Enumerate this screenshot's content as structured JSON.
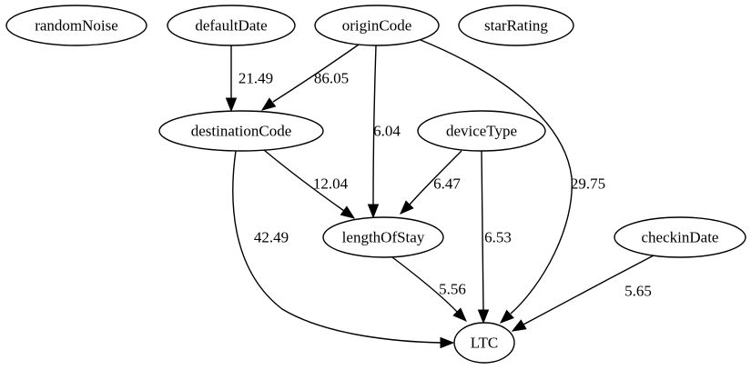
{
  "nodes": [
    {
      "id": "randomNoise",
      "label": "randomNoise"
    },
    {
      "id": "defaultDate",
      "label": "defaultDate"
    },
    {
      "id": "originCode",
      "label": "originCode"
    },
    {
      "id": "starRating",
      "label": "starRating"
    },
    {
      "id": "destinationCode",
      "label": "destinationCode"
    },
    {
      "id": "deviceType",
      "label": "deviceType"
    },
    {
      "id": "lengthOfStay",
      "label": "lengthOfStay"
    },
    {
      "id": "checkinDate",
      "label": "checkinDate"
    },
    {
      "id": "LTC",
      "label": "LTC"
    }
  ],
  "edges": [
    {
      "from": "defaultDate",
      "to": "destinationCode",
      "label": "21.49"
    },
    {
      "from": "originCode",
      "to": "destinationCode",
      "label": "86.05"
    },
    {
      "from": "originCode",
      "to": "lengthOfStay",
      "label": "6.04"
    },
    {
      "from": "originCode",
      "to": "LTC",
      "label": "29.75"
    },
    {
      "from": "destinationCode",
      "to": "lengthOfStay",
      "label": "12.04"
    },
    {
      "from": "destinationCode",
      "to": "LTC",
      "label": "42.49"
    },
    {
      "from": "deviceType",
      "to": "lengthOfStay",
      "label": "6.47"
    },
    {
      "from": "deviceType",
      "to": "LTC",
      "label": "6.53"
    },
    {
      "from": "lengthOfStay",
      "to": "LTC",
      "label": "5.56"
    },
    {
      "from": "checkinDate",
      "to": "LTC",
      "label": "5.65"
    }
  ]
}
